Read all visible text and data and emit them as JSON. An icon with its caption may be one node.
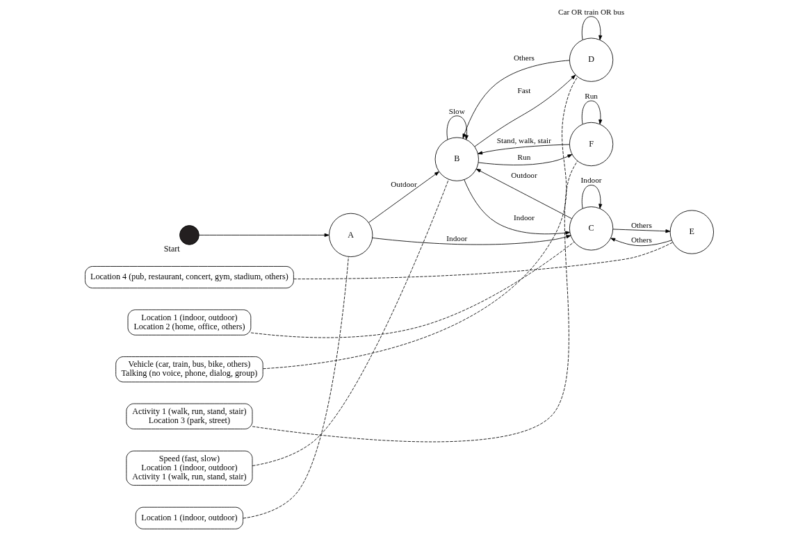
{
  "diagram": {
    "nodes": [
      {
        "text": [],
        "shape": "circle",
        "beside": [
          "Start"
        ]
      },
      {
        "text": [
          "A"
        ]
      },
      {
        "text": [
          "B"
        ]
      },
      {
        "text": [
          "C"
        ]
      },
      {
        "text": [
          "D"
        ]
      },
      {
        "text": [
          "E"
        ]
      },
      {
        "text": [
          "F"
        ]
      },
      {
        "text": [
          "Location 1 (indoor, outdoor)"
        ]
      },
      {
        "text": [
          "Location 1 (indoor, outdoor)",
          "Location 2 (home, office, others)"
        ]
      },
      {
        "text": [
          "Location 4 (pub, restaurant, concert, gym, stadium, others)"
        ]
      },
      {
        "text": [
          "Vehicle (car, train, bus, bike, others)",
          "Talking (no voice, phone, dialog, group)"
        ]
      },
      {
        "text": [
          "Speed (fast, slow)",
          "Location 1 (indoor, outdoor)",
          "Activity 1 (walk, run, stand, stair)"
        ]
      },
      {
        "text": [
          "Activity 1 (walk, run, stand, stair)",
          "Location 3 (park, street)"
        ]
      }
    ],
    "edges": [
      {
        "from": 0,
        "to": 1,
        "arrow": "to"
      },
      {
        "from": 1,
        "to": 3,
        "arrow": "to",
        "label": "Indoor"
      },
      {
        "from": 1,
        "to": 2,
        "arrow": "to",
        "label": "Outdoor"
      },
      {
        "from": 3,
        "to": 3,
        "arrow": "to",
        "label": "Indoor"
      },
      {
        "from": 3,
        "to": 5,
        "arrow": "to",
        "label": "Others"
      },
      {
        "from": 5,
        "to": 3,
        "arrow": "to",
        "label": "Others"
      },
      {
        "from": 3,
        "to": 2,
        "arrow": "to",
        "label": "Outdoor"
      },
      {
        "from": 2,
        "to": 3,
        "arrow": "to",
        "label": "Indoor"
      },
      {
        "from": 2,
        "to": 2,
        "arrow": "to",
        "label": "Slow"
      },
      {
        "from": 2,
        "to": 4,
        "arrow": "to",
        "label": "Fast"
      },
      {
        "from": 4,
        "to": 2,
        "arrow": "to",
        "label": "Others"
      },
      {
        "from": 4,
        "to": 4,
        "arrow": "to",
        "label": "Car OR train OR bus"
      },
      {
        "from": 2,
        "to": 6,
        "arrow": "to",
        "label": "Run"
      },
      {
        "from": 6,
        "to": 2,
        "arrow": "to",
        "label": "Stand, walk, stair"
      },
      {
        "from": 6,
        "to": 6,
        "arrow": "to",
        "label": "Run"
      },
      {
        "from": 7,
        "to": 1,
        "arrow": "none",
        "style": "dashed"
      },
      {
        "from": 8,
        "to": 3,
        "arrow": "none",
        "style": "dashed"
      },
      {
        "from": 9,
        "to": 5,
        "arrow": "none",
        "style": "dashed"
      },
      {
        "from": 10,
        "to": 4,
        "arrow": "none",
        "style": "dashed"
      },
      {
        "from": 11,
        "to": 2,
        "arrow": "none",
        "style": "dashed"
      },
      {
        "from": 12,
        "to": 6,
        "arrow": "none",
        "style": "dashed"
      }
    ]
  }
}
